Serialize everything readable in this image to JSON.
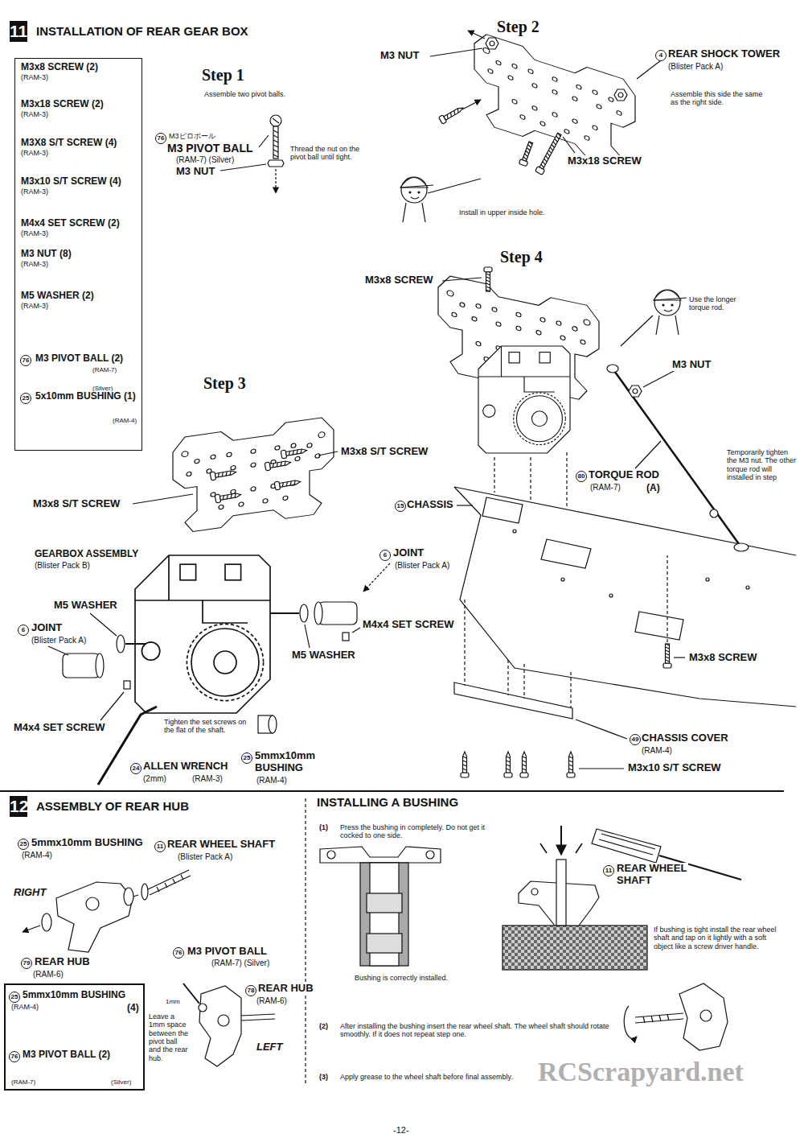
{
  "diagram": {
    "nodes": [
      {
        "text": [
          "11",
          "INSTALLATION OF REAR GEAR BOX"
        ]
      },
      {
        "text": [
          "M3x8 SCREW (2)",
          "(RAM-3)",
          "M3x18 SCREW (2)",
          "(RAM-3)",
          "M3X8 S/T SCREW (4)",
          "(RAM-3)",
          "M3x10 S/T SCREW (4)",
          "(RAM-3)",
          "M4x4 SET SCREW (2)",
          "(RAM-3)",
          "M3 NUT (8)",
          "(RAM-3)",
          "M5 WASHER (2)",
          "(RAM-3)",
          "76",
          "M3 PIVOT BALL (2)",
          "(RAM-7)",
          "(Silver)",
          "25",
          "5x10mm BUSHING (1)",
          "(RAM-4)"
        ]
      },
      {
        "text": [
          "12",
          "ASSEMBLY OF REAR HUB"
        ]
      },
      {
        "text": [
          "25",
          "5mmx10mm BUSHING",
          "(RAM-4)",
          "(4)",
          "76",
          "M3 PIVOT BALL (2)",
          "(RAM-7)",
          "(Silver)"
        ]
      }
    ],
    "labels": [
      "Step 1",
      "Assemble two pivot balls.",
      "76",
      "M3ピロボール",
      "M3 PIVOT BALL",
      "(RAM-7) (Silver)",
      "M3 NUT",
      "Thread the nut on the pivot ball until tight.",
      "Step 2",
      "M3 NUT",
      "4",
      "REAR SHOCK TOWER",
      "(Blister Pack A)",
      "Assemble this side the same as the right side.",
      "M3x18 SCREW",
      "Install in upper inside hole.",
      "Step 4",
      "M3x8 SCREW",
      "Use the longer torque rod.",
      "M3 NUT",
      "Temporarily tighten the M3 nut. The other torque rod will installed in step",
      "80",
      "TORQUE ROD",
      "(RAM-7)",
      "(A)",
      "15",
      "CHASSIS",
      "M3x8 SCREW",
      "49",
      "CHASSIS COVER",
      "(RAM-4)",
      "M3x10 S/T SCREW",
      "Step 3",
      "M3x8 S/T SCREW",
      "M3x8 S/T SCREW",
      "GEARBOX ASSEMBLY",
      "(Blister Pack B)",
      "6",
      "JOINT",
      "(Blister Pack A)",
      "M5 WASHER",
      "6",
      "JOINT",
      "(Blister Pack A)",
      "M4x4 SET SCREW",
      "M5 WASHER",
      "Tighten the set screws on the flat of the shaft.",
      "M4x4 SET SCREW",
      "25",
      "5mmx10mm BUSHING",
      "(RAM-4)",
      "24",
      "ALLEN WRENCH",
      "(2mm)",
      "(RAM-3)",
      "25",
      "5mmx10mm BUSHING",
      "(RAM-4)",
      "11",
      "REAR WHEEL SHAFT",
      "(Blister Pack A)",
      "RIGHT",
      "79",
      "REAR HUB",
      "(RAM-6)",
      "76",
      "M3 PIVOT BALL",
      "(RAM-7) (Silver)",
      "78",
      "REAR HUB",
      "(RAM-6)",
      "1mm",
      "Leave a 1mm space between the pivot ball and the rear hub.",
      "LEFT",
      "INSTALLING A BUSHING",
      "(1)",
      "Press the bushing in completely. Do not get it cocked to one side.",
      "Bushing is correctly installed.",
      "11",
      "REAR WHEEL SHAFT",
      "If bushing is tight install the rear wheel shaft and tap on it lightly with a soft object like a screw driver handle.",
      "(2)",
      "After installing the bushing insert the rear wheel shaft. The wheel shaft should rotate smoothly. If it does not repeat step one.",
      "(3)",
      "Apply grease to the wheel shaft before final assembly.",
      "RCScrapyard.net",
      "-12-"
    ]
  }
}
